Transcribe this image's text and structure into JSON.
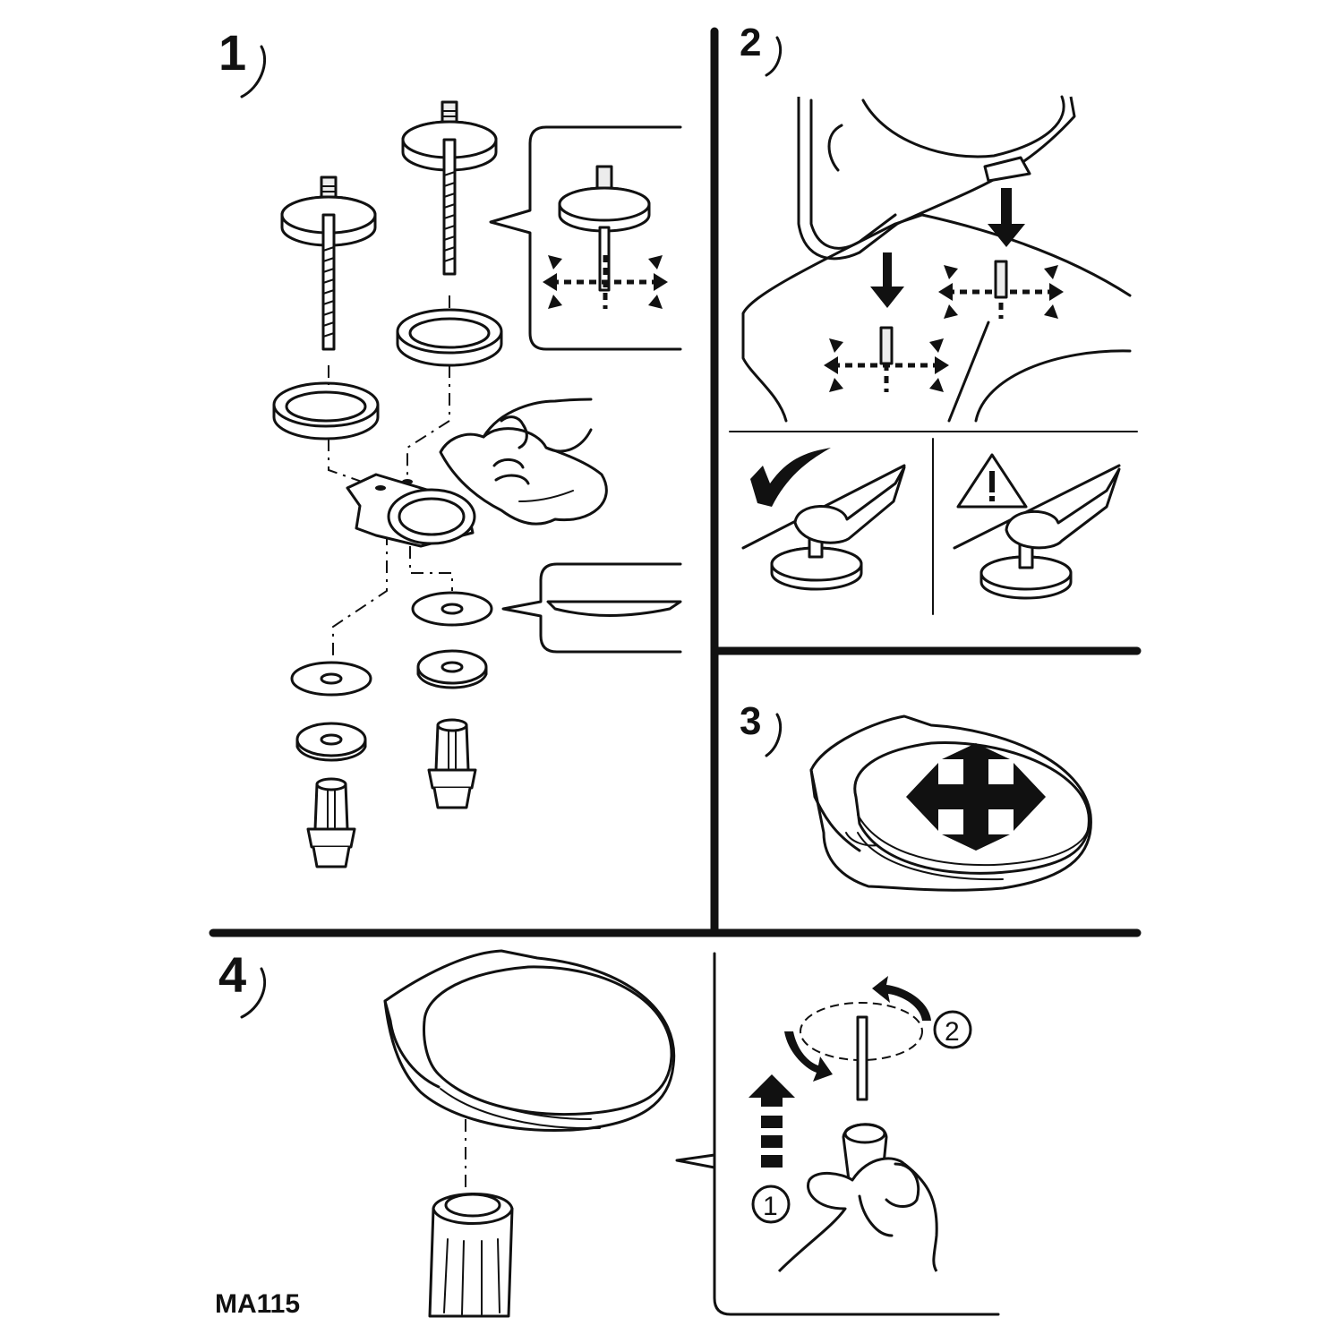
{
  "steps": [
    {
      "number": "1"
    },
    {
      "number": "2"
    },
    {
      "number": "3"
    },
    {
      "number": "4"
    }
  ],
  "circled_labels": {
    "first": "1",
    "second": "2"
  },
  "document_code": "MA115",
  "icons": {
    "ok": "check-mark-icon",
    "warning": "warning-triangle-icon",
    "adjust": "four-way-arrow-icon"
  }
}
